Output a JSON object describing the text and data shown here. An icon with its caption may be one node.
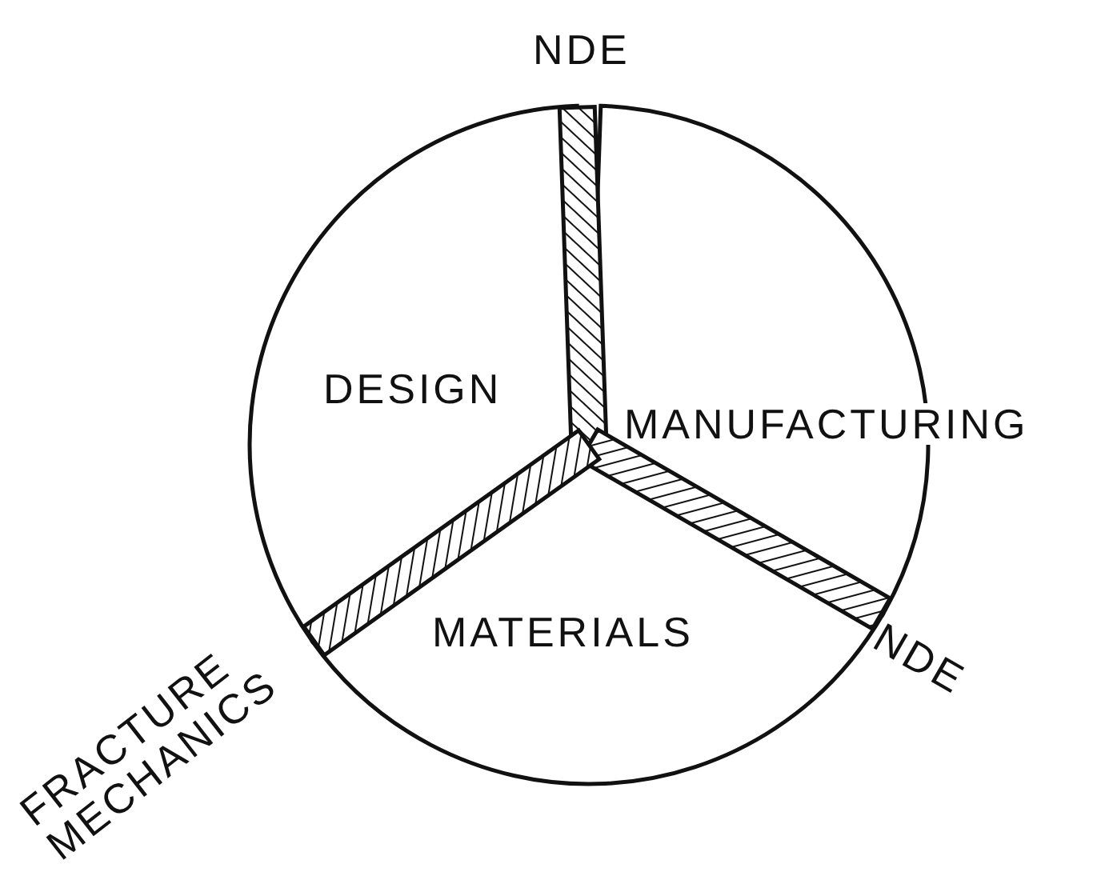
{
  "diagram": {
    "nodes": [
      {
        "text": [
          "DESIGN"
        ]
      },
      {
        "text": [],
        "shape": "bar",
        "beside": [
          "NDE"
        ]
      },
      {
        "text": [
          "MANUFACTURING"
        ]
      },
      {
        "text": [],
        "shape": "bar",
        "beside": [
          "NDE"
        ]
      },
      {
        "text": [
          "MATERIALS"
        ]
      },
      {
        "text": [],
        "shape": "bar",
        "beside": [
          "FRACTURE MECHANICS"
        ]
      }
    ]
  }
}
